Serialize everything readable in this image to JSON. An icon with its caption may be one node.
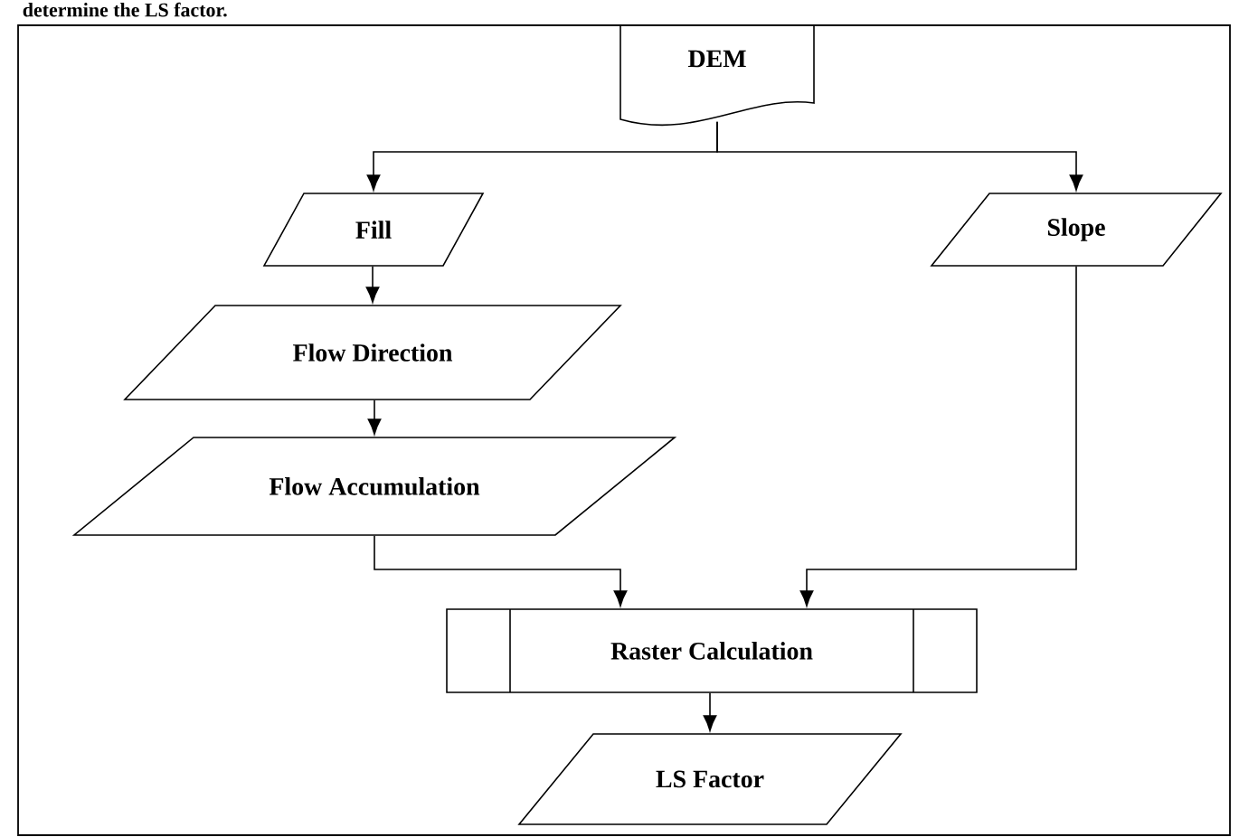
{
  "diagram": {
    "nodes": [
      {
        "text": [
          "DEM"
        ]
      },
      {
        "text": [
          "Fill"
        ]
      },
      {
        "text": [
          "Slope"
        ]
      },
      {
        "text": [
          "Flow Direction"
        ]
      },
      {
        "text": [
          "Flow Accumulation"
        ]
      },
      {
        "text": [
          "Raster Calculation"
        ]
      },
      {
        "text": [
          "LS Factor"
        ]
      }
    ],
    "edges": [
      {
        "from": 0,
        "to": 1,
        "arrow": "to"
      },
      {
        "from": 0,
        "to": 2,
        "arrow": "to"
      },
      {
        "from": 1,
        "to": 3,
        "arrow": "to"
      },
      {
        "from": 3,
        "to": 4,
        "arrow": "to"
      },
      {
        "from": 4,
        "to": 5,
        "arrow": "to"
      },
      {
        "from": 2,
        "to": 5,
        "arrow": "to"
      },
      {
        "from": 5,
        "to": 6,
        "arrow": "to"
      }
    ],
    "labels": [
      "determine the LS factor."
    ]
  }
}
